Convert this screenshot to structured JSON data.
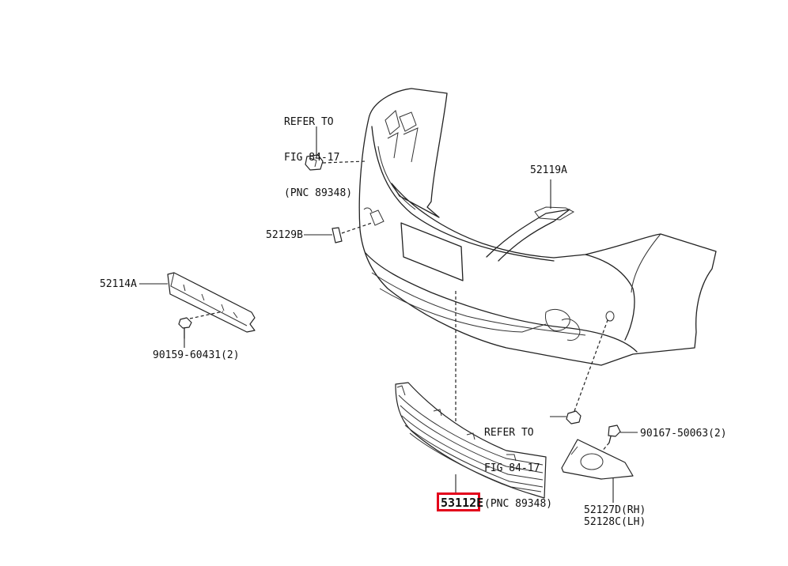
{
  "refs": [
    {
      "line1": "REFER TO",
      "line2": "FIG 84-17",
      "line3": "(PNC 89348)"
    },
    {
      "line1": "REFER TO",
      "line2": "FIG 84-17",
      "line3": "(PNC 89348)"
    }
  ],
  "parts": {
    "p52119A": "52119A",
    "p52129B": "52129B",
    "p52114A": "52114A",
    "p90159": "90159-60431(2)",
    "p90167": "90167-50063(2)",
    "p53112E": "53112E",
    "p52127D": "52127D(RH)",
    "p52128C": "52128C(LH)"
  },
  "highlight_color": "#e3001b"
}
